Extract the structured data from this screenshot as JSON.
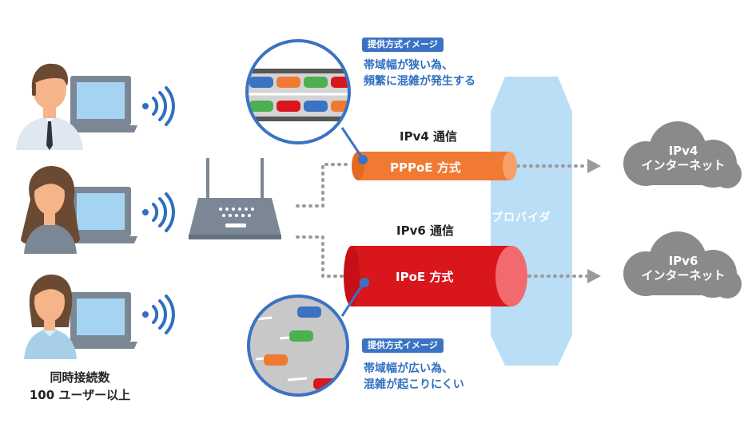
{
  "image_tag_top": "提供方式イメージ",
  "ipv4_note_line1": "帯域幅が狭い為、",
  "ipv4_note_line2": "頻繁に混雑が発生する",
  "ipv4_heading": "IPv4 通信",
  "pppoe_label": "PPPoE 方式",
  "ipv6_heading": "IPv6 通信",
  "ipoe_label": "IPoE 方式",
  "provider_label": "プロバイダ",
  "cloud_ipv4_line1": "IPv4",
  "cloud_ipv4_line2": "インターネット",
  "cloud_ipv6_line1": "IPv6",
  "cloud_ipv6_line2": "インターネット",
  "image_tag_bottom": "提供方式イメージ",
  "ipv6_note_line1": "帯域幅が広い為、",
  "ipv6_note_line2": "混雑が起こりにくい",
  "users_line1": "同時接続数",
  "users_line2": "100 ユーザー以上",
  "colors": {
    "pppoe_orange": "#f07a32",
    "ipoe_red": "#d9161c",
    "provider_blue": "#b9def5",
    "cloud_gray": "#8a8a8a",
    "tag_blue": "#3b73c4",
    "wifi_blue": "#2f6fc0"
  }
}
